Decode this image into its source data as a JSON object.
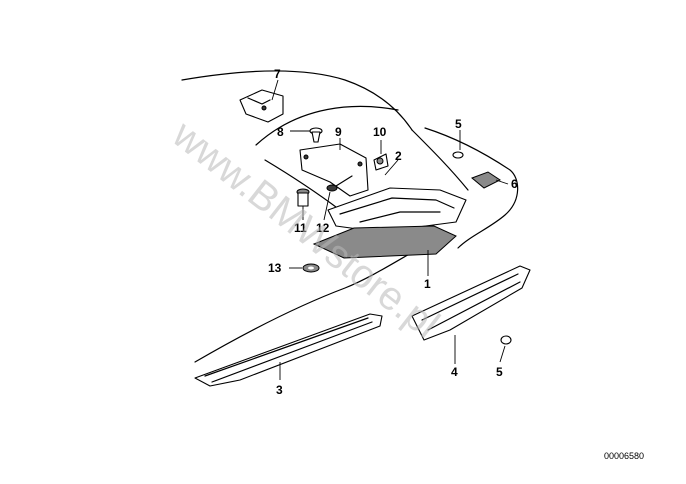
{
  "diagram": {
    "callouts": {
      "c1": "1",
      "c2": "2",
      "c3": "3",
      "c4": "4",
      "c5a": "5",
      "c5b": "5",
      "c6": "6",
      "c7": "7",
      "c8": "8",
      "c9": "9",
      "c10": "10",
      "c11": "11",
      "c12": "12",
      "c13": "13"
    },
    "catalog_number": "00006580",
    "watermark": "www.BMWstore.pl"
  }
}
